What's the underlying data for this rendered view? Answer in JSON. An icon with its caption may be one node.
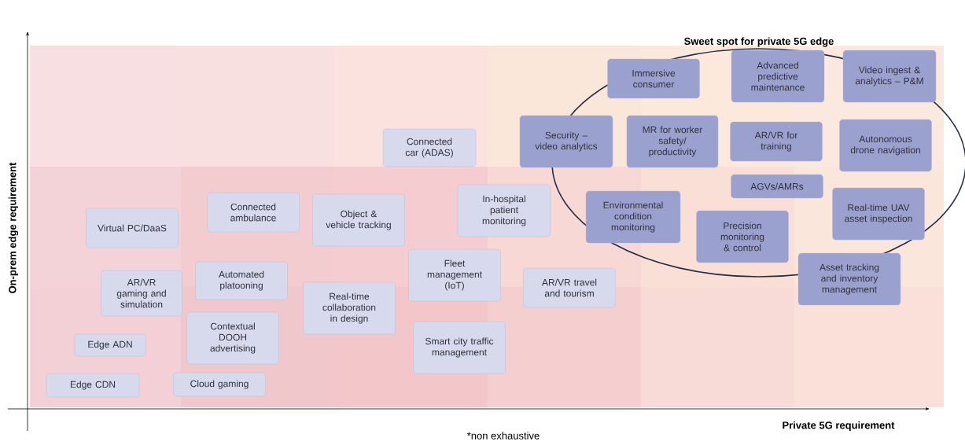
{
  "diagram": {
    "nodes": [
      {
        "text": [
          "Sweet spot for private 5G edge"
        ]
      },
      {
        "text": [
          "Immersive consumer"
        ],
        "in": 0
      },
      {
        "text": [
          "Advanced predictive maintenance"
        ],
        "in": 0
      },
      {
        "text": [
          "Video ingest & analytics – P&M"
        ],
        "in": 0
      },
      {
        "text": [
          "Connected car (ADAS)"
        ]
      },
      {
        "text": [
          "Security – video analytics"
        ]
      },
      {
        "text": [
          "MR for worker safety/ productivity"
        ],
        "in": 0
      },
      {
        "text": [
          "AR/VR for training"
        ],
        "in": 0
      },
      {
        "text": [
          "Autonomous drone navigation"
        ],
        "in": 0
      },
      {
        "text": [
          "AGVs/AMRs"
        ],
        "in": 0
      },
      {
        "text": [
          "In-hospital patient monitoring"
        ]
      },
      {
        "text": [
          "Environmental condition monitoring"
        ],
        "in": 0
      },
      {
        "text": [
          "Virtual PC/DaaS"
        ]
      },
      {
        "text": [
          "Connected ambulance"
        ]
      },
      {
        "text": [
          "Object & vehicle tracking"
        ]
      },
      {
        "text": [
          "Real-time UAV asset inspection"
        ],
        "in": 0
      },
      {
        "text": [
          "Precision monitoring & control"
        ],
        "in": 0
      },
      {
        "text": [
          "Fleet management (IoT)"
        ]
      },
      {
        "text": [
          "Asset tracking and inventory management"
        ]
      },
      {
        "text": [
          "AR/VR gaming and simulation"
        ]
      },
      {
        "text": [
          "Automated platooning"
        ]
      },
      {
        "text": [
          "AR/VR travel and tourism"
        ]
      },
      {
        "text": [
          "Real-time collaboration in design"
        ]
      },
      {
        "text": [
          "Edge ADN"
        ]
      },
      {
        "text": [
          "Contextual DOOH advertising"
        ]
      },
      {
        "text": [
          "Smart city traffic management"
        ]
      },
      {
        "text": [
          "Edge CDN"
        ]
      },
      {
        "text": [
          "Cloud gaming"
        ]
      }
    ],
    "labels": [
      "On-prem edge requirement",
      "Private 5G requirement",
      "*non exhaustive"
    ]
  }
}
